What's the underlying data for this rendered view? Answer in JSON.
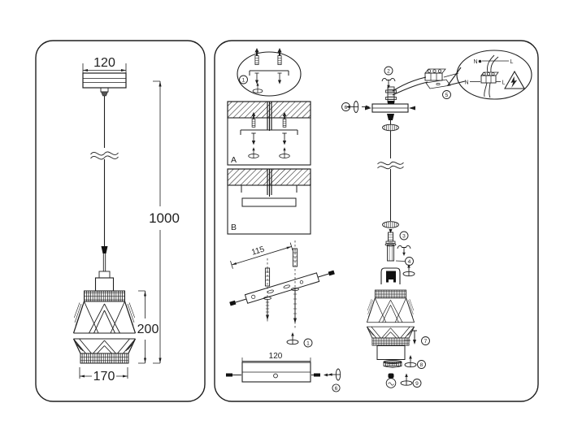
{
  "colors": {
    "ink": "#1f1f1f",
    "background": "#ffffff"
  },
  "left_panel": {
    "dimensions": {
      "canopy_width": "120",
      "suspension_length": "1000",
      "shade_height": "200",
      "shade_width": "170"
    }
  },
  "right_panel": {
    "detail_labels": {
      "a": "A",
      "b": "B"
    },
    "dimensions": {
      "bracket_hole_spacing": "115",
      "canopy_width": "120"
    },
    "wiring": {
      "neutral": "N",
      "live": "L"
    },
    "steps": {
      "s1": "1",
      "s2": "2",
      "s3": "3",
      "s4": "4",
      "s5": "5",
      "s6": "6",
      "s7": "7",
      "s8": "8",
      "s9": "9"
    }
  }
}
